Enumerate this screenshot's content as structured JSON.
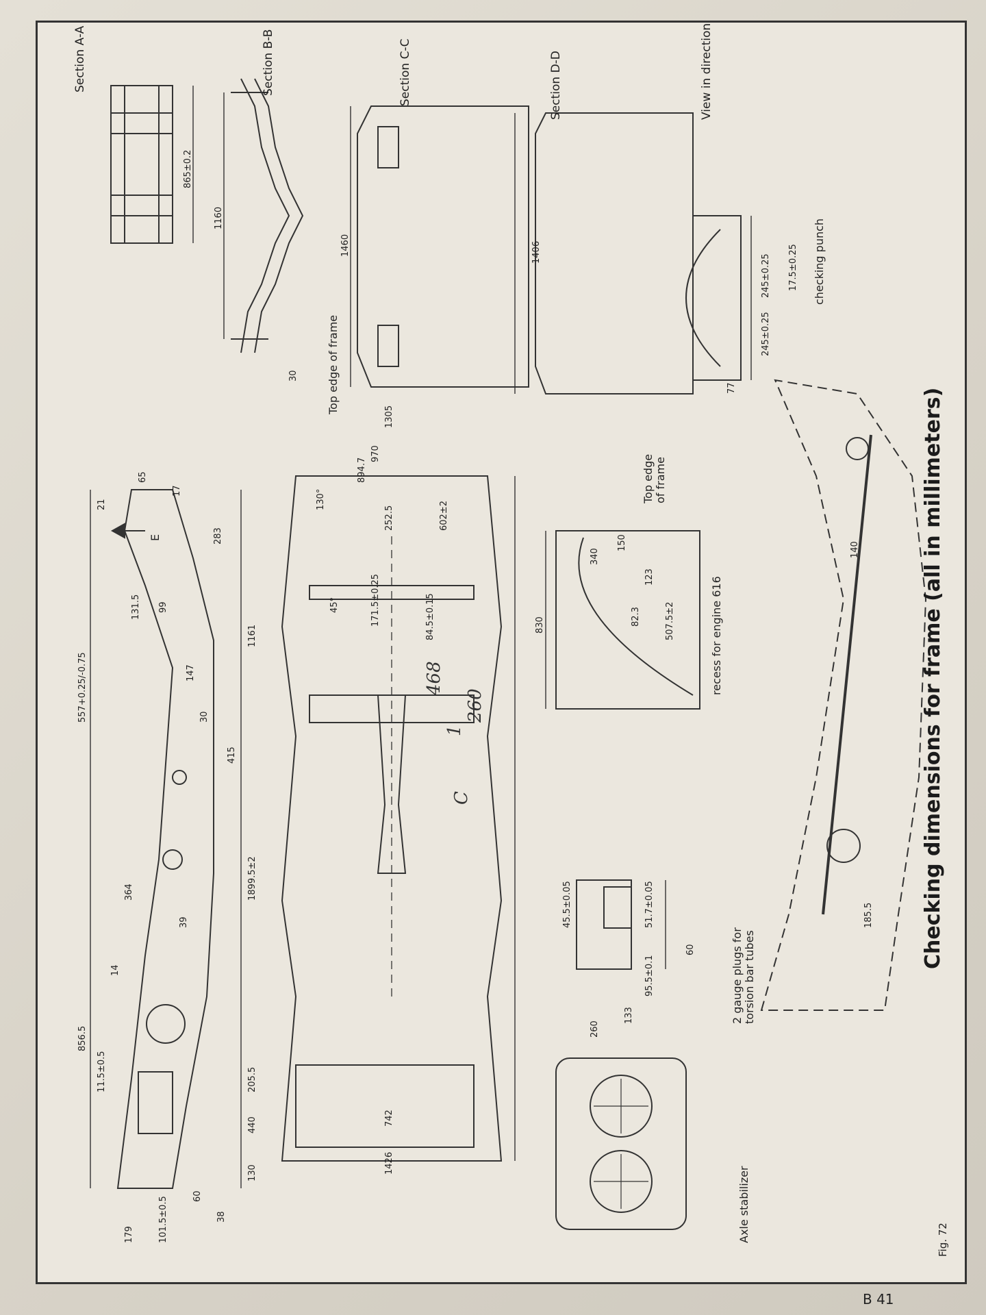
{
  "caption": "Checking dimensions for frame (all in millimeters)",
  "figure_label": "Fig. 72",
  "page_ref": "B 41",
  "sections": {
    "a": "Section A-A",
    "b": "Section B-B",
    "c": "Section C-C",
    "d": "Section D-D",
    "e": "View in direction E"
  },
  "labels": {
    "top_edge_1": "Top edge of frame",
    "top_edge_2_line1": "Top edge",
    "top_edge_2_line2": "of frame",
    "checking_punch": "checking punch",
    "recess": "recess for engine 616",
    "gauge_line1": "2 gauge plugs for",
    "gauge_line2": "torsion bar tubes",
    "axle": "Axle stabilizer",
    "e_arrow": "E"
  },
  "dims": {
    "d_865": "865±0.2",
    "d_1160": "1160",
    "d_1460": "1460",
    "d_1406": "1406",
    "d_30": "30",
    "d_77": "77",
    "d_245a": "245±0.25",
    "d_245b": "245±0.25",
    "d_17": "17.5±0.25",
    "d_1305": "1305",
    "d_970": "970",
    "d_894": "894.7",
    "d_252": "252.5",
    "d_602": "602±2",
    "d_1715": "171.5±0.25",
    "d_845": "84.5±0.15",
    "d_45": "45°",
    "d_130": "130°",
    "d_830": "830",
    "d_340": "340",
    "d_823": "82.3",
    "d_5075": "507.5±2",
    "d_123": "123",
    "d_150": "150",
    "d_140": "140",
    "d_1855": "185.5",
    "d_455": "45.5±0.05",
    "d_517": "51.7±0.05",
    "d_60": "60",
    "d_955": "95.5±0.1",
    "d_133": "133",
    "d_260": "260",
    "d_1426": "1426",
    "d_742": "742",
    "d_179": "179",
    "d_1015": "101.5±0.5",
    "d_60b": "60",
    "d_38": "38",
    "d_130b": "130",
    "d_440": "440",
    "d_115": "11.5±0.5",
    "d_2055": "205.5",
    "d_8565": "856.5",
    "d_14": "14",
    "d_39": "39",
    "d_364": "364",
    "d_1899": "1899.5±2",
    "d_415": "415",
    "d_30b": "30",
    "d_147": "147",
    "d_557": "557+0.25/-0.75",
    "d_99": "99",
    "d_1315": "131.5",
    "d_1161": "1161",
    "d_283": "283",
    "d_21": "21",
    "d_17b": "17",
    "d_65": "65",
    "hand_468": "468",
    "hand_260": "260",
    "hand_c": "C",
    "hand_1": "1"
  }
}
